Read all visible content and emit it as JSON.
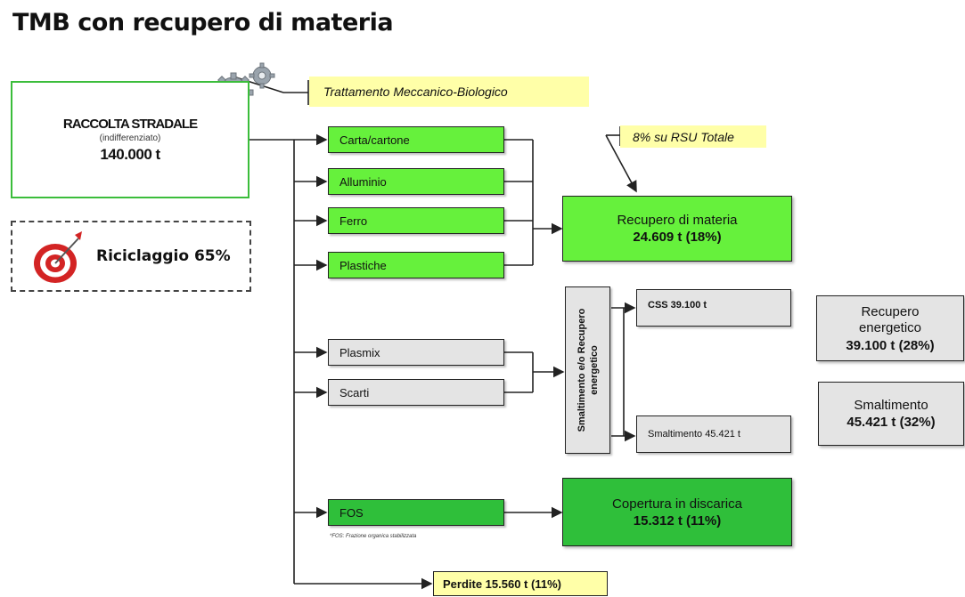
{
  "title": "TMB con recupero di materia",
  "source": {
    "name": "RACCOLTA STRADALE",
    "subtitle": "(indifferenziato)",
    "amount": "140.000 t"
  },
  "goal": {
    "label": "Riciclaggio 65%"
  },
  "notes": {
    "tmb": "Trattamento  Meccanico-Biologico",
    "rsu": "8% su RSU Totale"
  },
  "materials": [
    "Carta/cartone",
    "Alluminio",
    "Ferro",
    "Plastiche"
  ],
  "residues": [
    "Plasmix",
    "Scarti"
  ],
  "fos": {
    "label": "FOS",
    "footnote": "*FOS: Frazione organica stabilizzata"
  },
  "outcomes": {
    "recupero_materia": {
      "label": "Recupero di materia",
      "value": "24.609 t  (18%)"
    },
    "copertura": {
      "label": "Copertura in discarica",
      "value": "15.312 t  (11%)"
    },
    "recupero_energetico": {
      "label": "Recupero energetico",
      "value": "39.100 t  (28%)"
    },
    "smaltimento": {
      "label": "Smaltimento",
      "value": "45.421 t  (32%)"
    }
  },
  "smaltimento_box": {
    "label": "Smaltimento e/o Recupero energetico"
  },
  "sub_outputs": {
    "css": "CSS  39.100 t",
    "smalt": "Smaltimento   45.421 t"
  },
  "losses": {
    "label": "Perdite  15.560  t  (11%)"
  },
  "colors": {
    "green_light": "#66f13c",
    "green_dark": "#2fbf3a",
    "note_yellow": "#ffffa8",
    "grey": "#e4e4e4"
  }
}
